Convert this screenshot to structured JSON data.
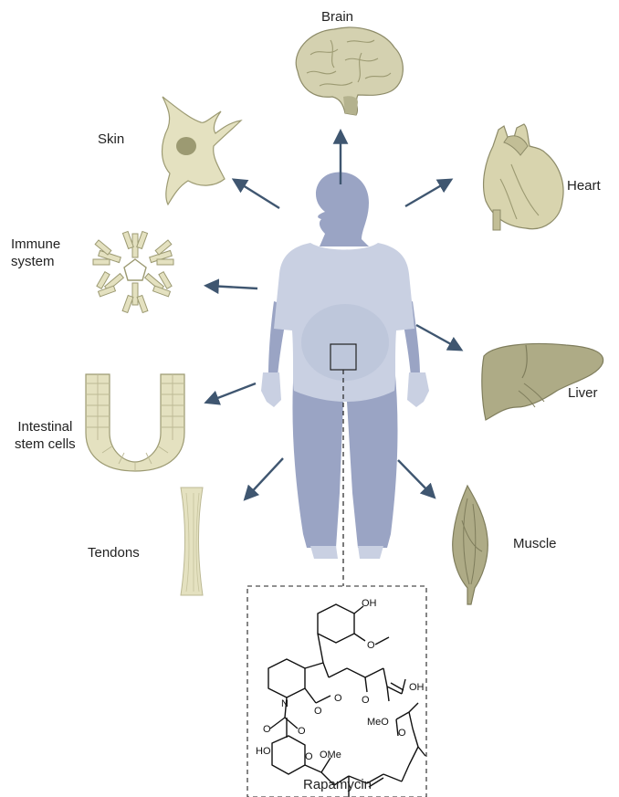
{
  "labels": {
    "brain": "Brain",
    "skin": "Skin",
    "heart": "Heart",
    "immune_line1": "Immune",
    "immune_line2": "system",
    "liver": "Liver",
    "intestinal_line1": "Intestinal",
    "intestinal_line2": "stem cells",
    "tendons": "Tendons",
    "muscle": "Muscle",
    "rapamycin": "Rapamycin"
  },
  "molecule": {
    "oh_top": "OH",
    "ome_top": "O",
    "o_ring1": "O",
    "o_ring2": "O",
    "n_atom": "N",
    "o_ket1": "O",
    "o_carbonyl": "O",
    "o_ket2": "O",
    "oh_right": "OH",
    "meo": "MeO",
    "o_ket3": "O",
    "ho_left": "HO",
    "o_pyran": "O",
    "ome_bottom": "OMe"
  },
  "colors": {
    "arrow": "#3f5670",
    "body_upper": "#c9d0e2",
    "body_lower": "#9aa4c4",
    "organ_beige": "#e4e1c0",
    "organ_dark": "#9c9a72"
  }
}
